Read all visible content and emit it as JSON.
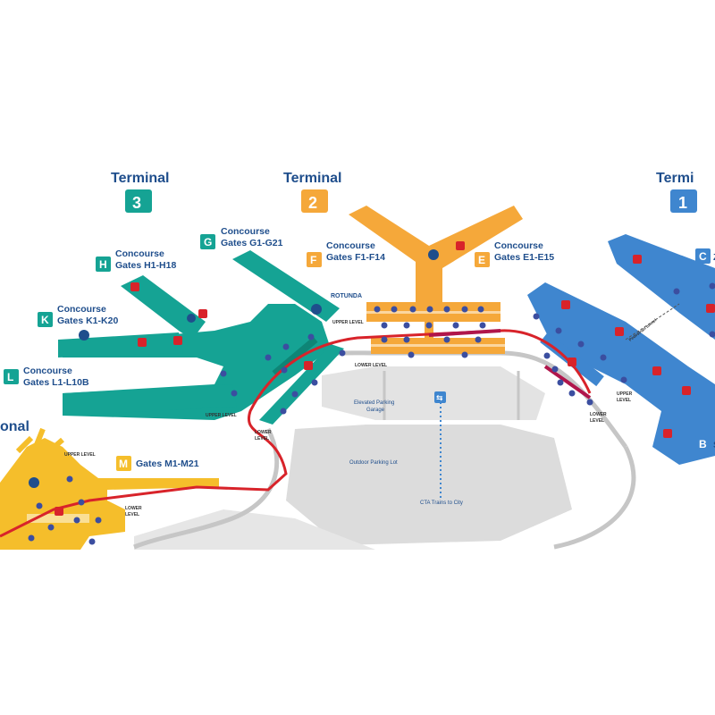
{
  "colors": {
    "terminal3": "#15a394",
    "terminal2": "#f5a83a",
    "terminal1": "#3f86cf",
    "international": "#f5be2b",
    "transit": "#d8232a",
    "tram": "#b0164b",
    "parking": "#dcdcdc",
    "roads": "#c8c8c8",
    "label": "#1f4e8c"
  },
  "terminals": {
    "t3": {
      "title": "Terminal",
      "number": "3"
    },
    "t2": {
      "title": "Terminal",
      "number": "2"
    },
    "t1": {
      "title": "Termi",
      "number": "1"
    },
    "t5": {
      "title": "onal"
    }
  },
  "concourses": {
    "g": {
      "letter": "G",
      "line1": "Concourse",
      "line2": "Gates G1-G21"
    },
    "h": {
      "letter": "H",
      "line1": "Concourse",
      "line2": "Gates H1-H18"
    },
    "k": {
      "letter": "K",
      "line1": "Concourse",
      "line2": "Gates K1-K20"
    },
    "l": {
      "letter": "L",
      "line1": "Concourse",
      "line2": "Gates L1-L10B"
    },
    "f": {
      "letter": "F",
      "line1": "Concourse",
      "line2": "Gates F1-F14"
    },
    "e": {
      "letter": "E",
      "line1": "Concourse",
      "line2": "Gates E1-E15"
    },
    "m": {
      "letter": "M",
      "line1": "Gates M1-M21"
    },
    "c": {
      "letter": "C",
      "line1": "Z"
    },
    "b": {
      "letter": "B",
      "line1": "S"
    }
  },
  "labels": {
    "rotunda": "ROTUNDA",
    "upper_level": "UPPER LEVEL",
    "lower_level": "LOWER LEVEL",
    "upper": "UPPER",
    "lower": "LOWER",
    "level": "LEVEL",
    "elevated_parking_1": "Elevated Parking",
    "elevated_parking_2": "Garage",
    "outdoor_parking": "Outdoor Parking Lot",
    "cta": "CTA Trains to City",
    "walkway": "Pedestrian tunnel",
    "cta_icon": "⇆"
  },
  "icons": {
    "restroom": "restroom-icon",
    "elevator": "elevator-icon",
    "train": "train-icon"
  }
}
